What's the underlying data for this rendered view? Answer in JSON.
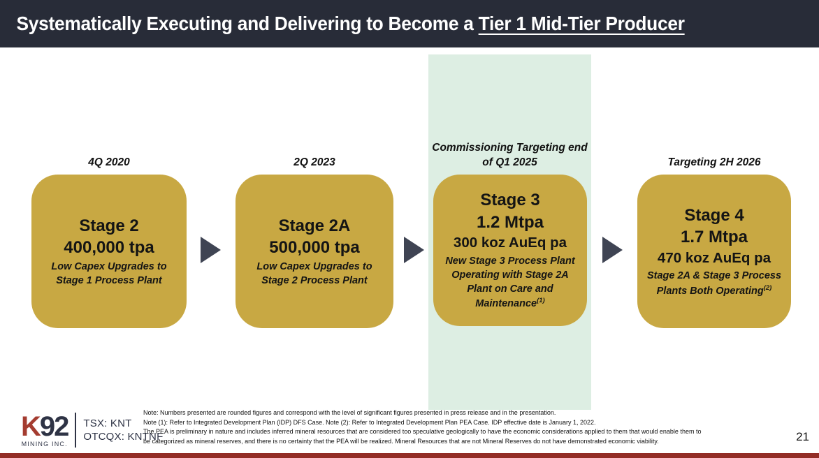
{
  "header": {
    "title_prefix": "Systematically Executing and Delivering to Become a ",
    "title_emphasis": "Tier 1 Mid-Tier Producer"
  },
  "stages": [
    {
      "timeline": "4Q 2020",
      "title": "Stage 2",
      "capacity": "400,000 tpa",
      "description": "Low Capex Upgrades to Stage 1 Process Plant"
    },
    {
      "timeline": "2Q 2023",
      "title": "Stage 2A",
      "capacity": "500,000 tpa",
      "description": "Low Capex Upgrades to Stage 2 Process Plant"
    },
    {
      "timeline": "Commissioning Targeting end of Q1 2025",
      "title": "Stage 3",
      "capacity": "1.2 Mtpa",
      "production": "300 koz AuEq pa",
      "description": "New Stage 3 Process Plant Operating with Stage 2A Plant on Care and Maintenance",
      "note_ref": "(1)",
      "highlighted": true
    },
    {
      "timeline": "Targeting 2H 2026",
      "title": "Stage 4",
      "capacity": "1.7 Mtpa",
      "production": "470 koz AuEq pa",
      "description": "Stage 2A & Stage 3 Process Plants Both Operating",
      "note_ref": "(2)"
    }
  ],
  "footer": {
    "logo": {
      "k": "K",
      "number": "92",
      "subtitle": "MINING INC."
    },
    "tickers": {
      "tsx": "TSX: KNT",
      "otcqx": "OTCQX: KNTNF"
    },
    "notes": [
      "Note: Numbers presented are rounded figures and correspond with the level of significant figures presented in press release and in the presentation.",
      "Note (1): Refer to Integrated Development Plan (IDP) DFS Case. Note (2): Refer to Integrated Development Plan PEA Case. IDP effective date is January 1, 2022.",
      "The PEA is preliminary in nature and includes inferred mineral resources that are considered too speculative geologically to have the economic considerations applied to them that would enable them to",
      "be categorized as mineral reserves, and there is no certainty that the PEA will be realized. Mineral Resources that are not Mineral Reserves do not have demonstrated economic viability."
    ],
    "page_number": "21"
  },
  "colors": {
    "header_bg": "#282c38",
    "box_gold": "#c8a843",
    "highlight_band": "#ddeee3",
    "arrow": "#3f4453",
    "logo_red": "#a43c30",
    "logo_navy": "#2e3345",
    "bottom_bar": "#932d26"
  }
}
